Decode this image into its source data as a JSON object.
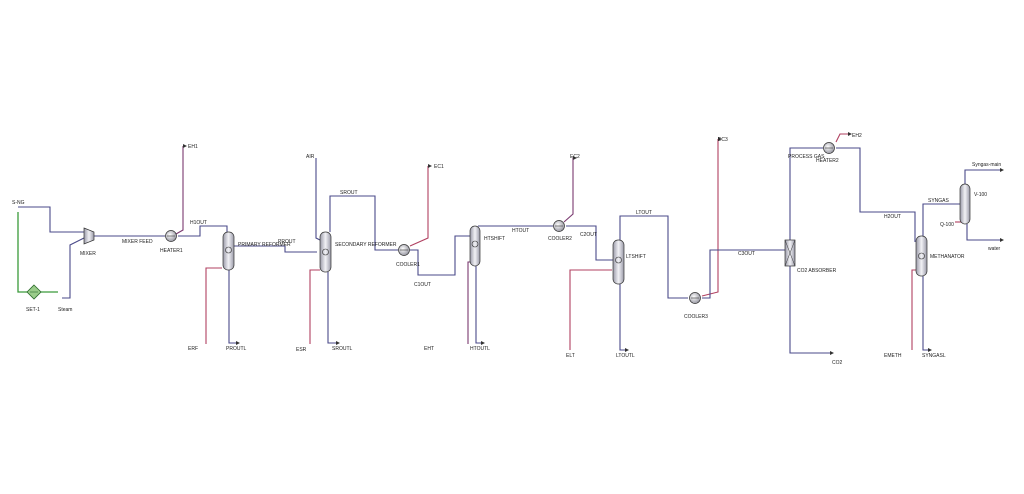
{
  "diagram": {
    "type": "process-flow-diagram",
    "units": {
      "mixer": "MIXER",
      "heater1": "HEATER1",
      "primary_reformer": "PRIMARY REFORMER",
      "secondary_reformer": "SECONDARY REFORMER",
      "cooler1": "COOLER1",
      "htshift": "HTSHIFT",
      "cooler2": "COOLER2",
      "ltshift": "LTSHIFT",
      "cooler3": "COOLER3",
      "co2_absorber": "CO2 ABSORBER",
      "heater2": "HEATER2",
      "methanator": "METHANATOR",
      "v100": "V-100",
      "set1": "SET-1"
    },
    "streams": {
      "s_ng": "S-NG",
      "steam": "Steam",
      "mixer_feed": "MIXER FEED",
      "eh1": "EH1",
      "h1out": "H1OUT",
      "erf": "ERF",
      "proutl": "PROUTL",
      "prout": "PROUT",
      "air": "AIR",
      "esr": "ESR",
      "srout": "SROUT",
      "sroutl": "SROUTL",
      "ec1": "EC1",
      "c1out": "C1OUT",
      "eht": "EHT",
      "htout": "HTOUT",
      "htoutl": "HTOUTL",
      "ec2": "EC2",
      "c2out": "C2OUT",
      "ltout": "LTOUT",
      "elt": "ELT",
      "ltoutl": "LTOUTL",
      "ec3": "EC3",
      "c3out": "C3OUT",
      "co2": "CO2",
      "process_gas": "PROCESS GAS",
      "eh2": "EH2",
      "h2out": "H2OUT",
      "emeth": "EMETH",
      "syngasl": "SYNGASL",
      "syngas": "SYNGAS",
      "q100": "Q-100",
      "syngas_main": "Syngas-main",
      "water": "water"
    },
    "colors": {
      "material": "#4a4a8a",
      "energy": "#b04060",
      "logic": "#3a9a3a"
    }
  }
}
